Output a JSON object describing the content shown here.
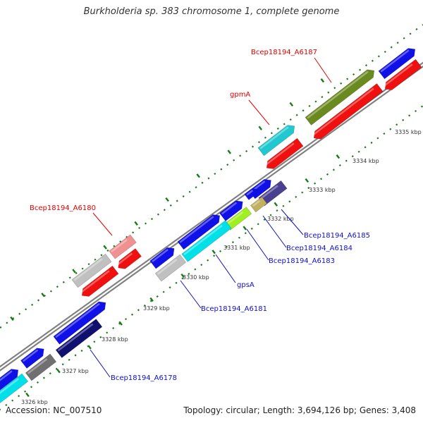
{
  "title": "Burkholderia sp. 383 chromosome 1, complete genome",
  "accession": "Accession: NC_007510",
  "topology": "Topology: circular; Length: 3,694,126 bp; Genes: 3,408",
  "colors": {
    "blue": "#1010e8",
    "red": "#f01010",
    "cyan": "#00e0e8",
    "teal": "#20c8d0",
    "olive": "#6a8a20",
    "gray": "#c0c0c0",
    "darkgray": "#707070",
    "navy": "#101070",
    "slate": "#4a4090",
    "lime": "#a0f020",
    "khaki": "#c0b060",
    "pink": "#f09090",
    "tick": "#1a7a1a",
    "backbone": "#808080",
    "label_red": "#e00000",
    "label_blue": "#1010c0"
  },
  "ticks": [
    {
      "label": "3326 kbp"
    },
    {
      "label": "3327 kbp"
    },
    {
      "label": "3328 kbp"
    },
    {
      "label": "3329 kbp"
    },
    {
      "label": "3330 kbp"
    },
    {
      "label": "3331 kbp"
    },
    {
      "label": "3332 kbp"
    },
    {
      "label": "3333 kbp"
    },
    {
      "label": "3334 kbp"
    },
    {
      "label": "3335 kbp"
    }
  ],
  "gene_labels": [
    {
      "text": "Bcep18194_A6187",
      "color": "label_red"
    },
    {
      "text": "gpmA",
      "color": "label_red"
    },
    {
      "text": "Bcep18194_A6180",
      "color": "label_red"
    },
    {
      "text": "Bcep18194_A6185",
      "color": "label_blue"
    },
    {
      "text": "Bcep18194_A6184",
      "color": "label_blue"
    },
    {
      "text": "Bcep18194_A6183",
      "color": "label_blue"
    },
    {
      "text": "gpsA",
      "color": "label_blue"
    },
    {
      "text": "Bcep18194_A6181",
      "color": "label_blue"
    },
    {
      "text": "Bcep18194_A6178",
      "color": "label_blue"
    }
  ]
}
